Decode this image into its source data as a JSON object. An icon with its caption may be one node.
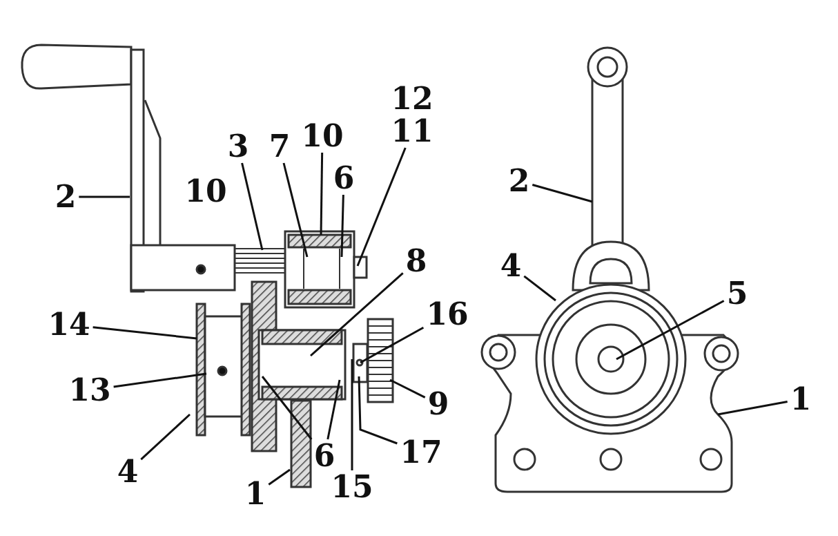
{
  "diagram": {
    "nodes": [
      {
        "text": [
          "2"
        ]
      },
      {
        "text": [
          "3"
        ]
      },
      {
        "text": [
          "7"
        ]
      },
      {
        "text": [
          "10"
        ]
      },
      {
        "text": [
          "6"
        ]
      },
      {
        "text": [
          "11"
        ]
      },
      {
        "text": [
          "8"
        ]
      },
      {
        "text": [
          "14"
        ]
      },
      {
        "text": [
          "16"
        ]
      },
      {
        "text": [
          "13"
        ]
      },
      {
        "text": [
          "9"
        ]
      },
      {
        "text": [
          "17"
        ]
      },
      {
        "text": [
          "6"
        ]
      },
      {
        "text": [
          "4"
        ]
      },
      {
        "text": [
          "1"
        ]
      },
      {
        "text": [
          "15"
        ]
      },
      {
        "text": [
          "2"
        ]
      },
      {
        "text": [
          "4"
        ]
      },
      {
        "text": [
          "5"
        ]
      },
      {
        "text": [
          "1"
        ]
      }
    ],
    "edges": [
      {
        "from": 0,
        "to": null,
        "arrow": "none"
      },
      {
        "from": 1,
        "to": null,
        "arrow": "none"
      },
      {
        "from": 2,
        "to": null,
        "arrow": "none"
      },
      {
        "from": 3,
        "to": null,
        "arrow": "none"
      },
      {
        "from": 4,
        "to": null,
        "arrow": "none"
      },
      {
        "from": 5,
        "to": null,
        "arrow": "none"
      },
      {
        "from": 6,
        "to": null,
        "arrow": "none"
      },
      {
        "from": 7,
        "to": null,
        "arrow": "none"
      },
      {
        "from": 8,
        "to": null,
        "arrow": "none"
      },
      {
        "from": 9,
        "to": null,
        "arrow": "none"
      },
      {
        "from": 10,
        "to": null,
        "arrow": "none"
      },
      {
        "from": 11,
        "to": null,
        "arrow": "none"
      },
      {
        "from": 12,
        "to": null,
        "arrow": "none"
      },
      {
        "from": 12,
        "to": null,
        "arrow": "none"
      },
      {
        "from": 13,
        "to": null,
        "arrow": "none"
      },
      {
        "from": 14,
        "to": null,
        "arrow": "none"
      },
      {
        "from": 15,
        "to": null,
        "arrow": "none"
      },
      {
        "from": 16,
        "to": null,
        "arrow": "none"
      },
      {
        "from": 17,
        "to": null,
        "arrow": "none"
      },
      {
        "from": 18,
        "to": null,
        "arrow": "none"
      },
      {
        "from": 19,
        "to": null,
        "arrow": "none"
      }
    ],
    "labels": [
      "10",
      "12"
    ]
  }
}
